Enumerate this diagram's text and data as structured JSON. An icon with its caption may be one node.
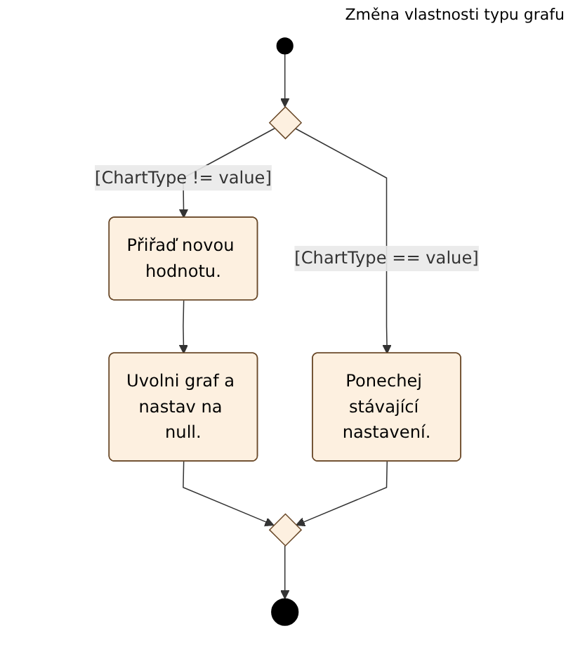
{
  "diagram": {
    "nodes": [
      {
        "text": [],
        "shape": "circle",
        "beside": [
          "Změna vlastnosti typu grafu"
        ]
      },
      {
        "text": [],
        "shape": "diamond"
      },
      {
        "text": [
          "Přiřaď novou hodnotu."
        ]
      },
      {
        "text": [
          "Uvolni graf a nastav na null."
        ]
      },
      {
        "text": [
          "Ponechej stávající nastavení."
        ]
      },
      {
        "text": [],
        "shape": "diamond"
      },
      {
        "text": [],
        "shape": "circle"
      }
    ],
    "edges": [
      {
        "from": 0,
        "to": 1,
        "arrow": "to"
      },
      {
        "from": 1,
        "to": 2,
        "arrow": "to",
        "label": "[ChartType != value]"
      },
      {
        "from": 1,
        "to": 4,
        "arrow": "to",
        "label": "[ChartType == value]"
      },
      {
        "from": 2,
        "to": 3,
        "arrow": "to"
      },
      {
        "from": 3,
        "to": 5,
        "arrow": "to"
      },
      {
        "from": 4,
        "to": 5,
        "arrow": "to"
      },
      {
        "from": 5,
        "to": 6,
        "arrow": "to"
      }
    ]
  }
}
